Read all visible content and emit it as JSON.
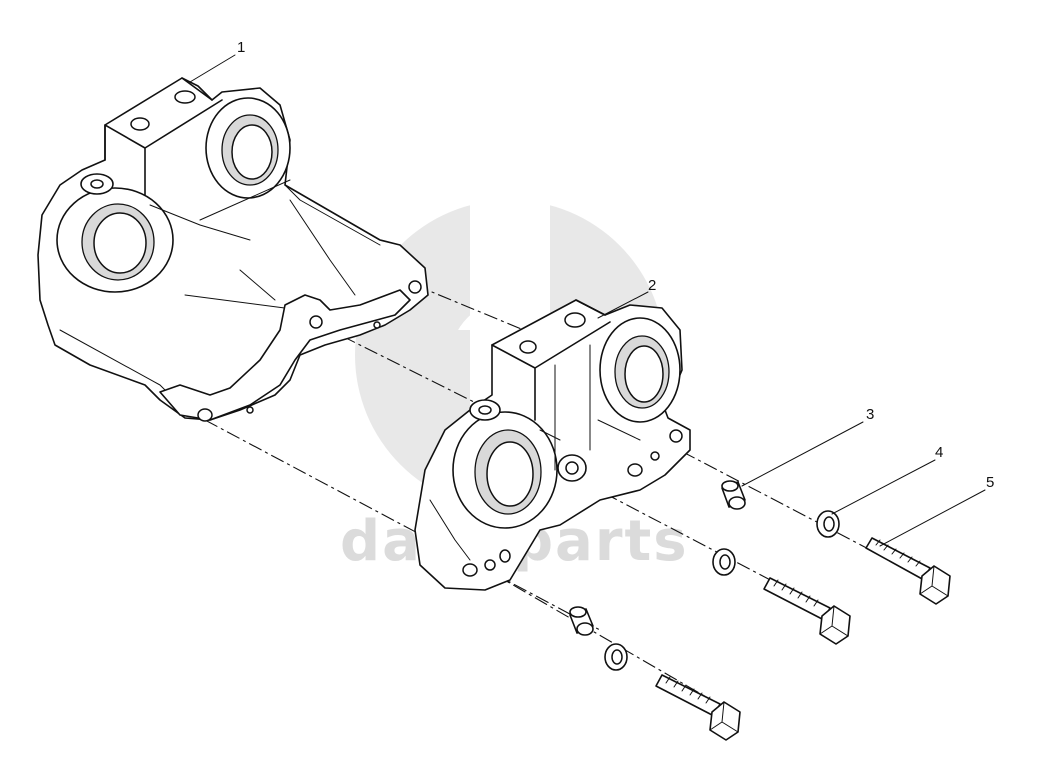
{
  "callouts": [
    {
      "id": "1",
      "label": "1"
    },
    {
      "id": "2",
      "label": "2"
    },
    {
      "id": "3",
      "label": "3"
    },
    {
      "id": "4",
      "label": "4"
    },
    {
      "id": "5",
      "label": "5"
    }
  ],
  "watermark": {
    "text": "dare parts",
    "color": "#cfcfcf"
  },
  "colors": {
    "line": "#111111",
    "background": "#ffffff"
  }
}
